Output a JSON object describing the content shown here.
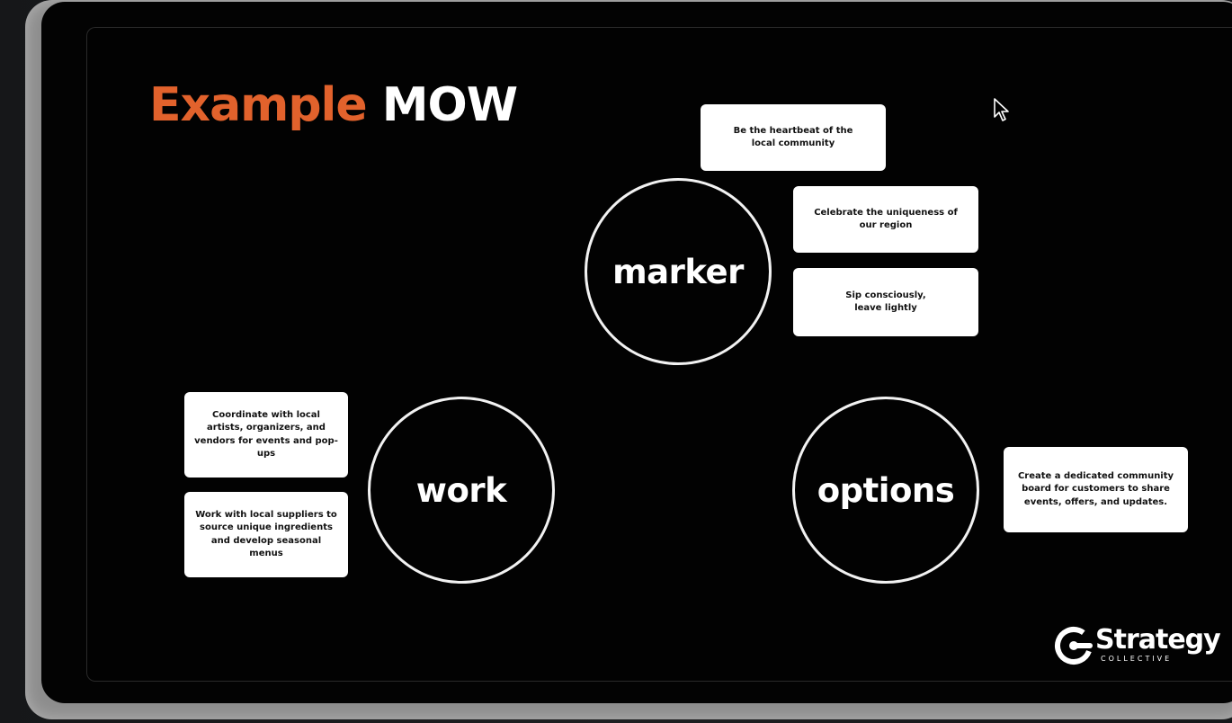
{
  "slide": {
    "title_part1": "Example",
    "title_part2": "MOW",
    "accent_color": "#e2622c"
  },
  "circles": {
    "marker": "marker",
    "work": "work",
    "options": "options"
  },
  "marker_boxes": [
    "Be the heartbeat of the local community",
    "Celebrate the uniqueness of our region",
    "Sip consciously, leave lightly"
  ],
  "work_boxes": [
    "Coordinate with local artists, organizers, and vendors for events and pop-ups",
    "Work with local suppliers to source unique ingredients and develop seasonal menus"
  ],
  "options_boxes": [
    "Create a dedicated community board for customers to share events, offers, and updates."
  ],
  "logo": {
    "icon": "strategy-collective-logo-icon",
    "name": "Strategy",
    "subtitle": "COLLECTIVE"
  },
  "cursor": {
    "icon": "mouse-pointer-icon"
  }
}
